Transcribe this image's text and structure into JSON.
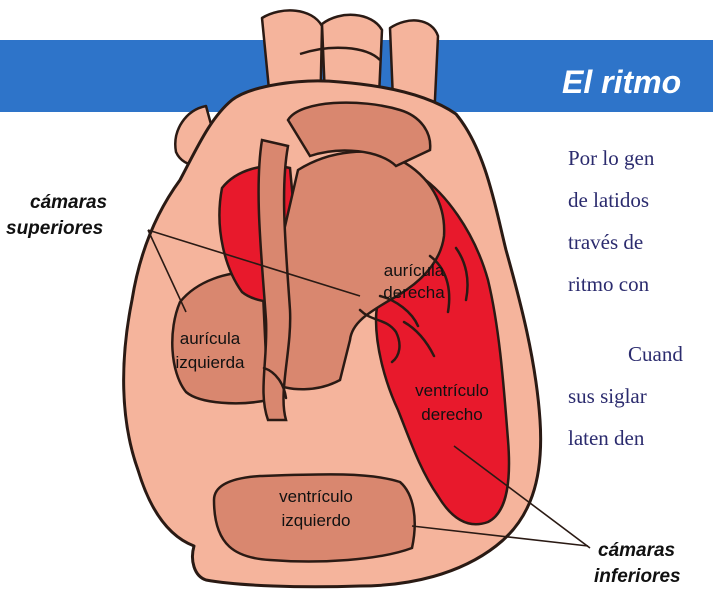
{
  "banner": {
    "title": "El ritmo"
  },
  "body_lines": [
    "Por lo gen",
    "de latidos",
    "través de",
    "ritmo con",
    "Cuand",
    "sus siglar",
    "laten den"
  ],
  "callouts": {
    "upper_line1": "cámaras",
    "upper_line2": "superiores",
    "lower_line1": "cámaras",
    "lower_line2": "inferiores"
  },
  "chambers": {
    "right_atrium_l1": "aurícula",
    "right_atrium_l2": "derecha",
    "left_atrium_l1": "aurícula",
    "left_atrium_l2": "izquierda",
    "right_ventricle_l1": "ventrículo",
    "right_ventricle_l2": "derecho",
    "left_ventricle_l1": "ventrículo",
    "left_ventricle_l2": "izquierdo"
  },
  "colors": {
    "banner": "#2e74c9",
    "heart_outer": "#f5b49c",
    "heart_inner": "#d9876f",
    "heart_red": "#e8192c",
    "outline": "#2a1a14"
  }
}
